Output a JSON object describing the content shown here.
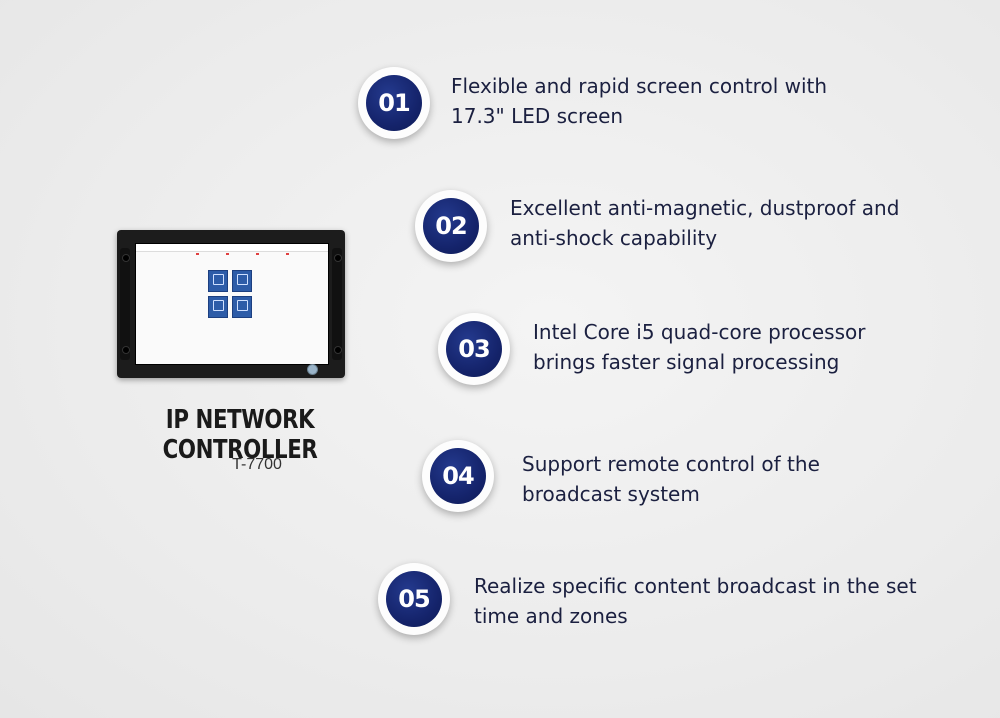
{
  "product": {
    "title": "IP NETWORK CONTROLLER",
    "model": "T-7700"
  },
  "features": [
    {
      "number": "01",
      "text_line1": "Flexible and rapid screen control with",
      "text_line2": "17.3\" LED screen"
    },
    {
      "number": "02",
      "text_line1": "Excellent anti-magnetic, dustproof and",
      "text_line2": "anti-shock capability"
    },
    {
      "number": "03",
      "text_line1": "Intel Core i5 quad-core processor",
      "text_line2": "brings faster signal processing"
    },
    {
      "number": "04",
      "text_line1": "Support remote control of the",
      "text_line2": "broadcast system"
    },
    {
      "number": "05",
      "text_line1": "Realize specific content broadcast in the set",
      "text_line2": "time and zones"
    }
  ],
  "colors": {
    "badge_blue": "#15246c",
    "text": "#1b2040",
    "background": "#eeeeee"
  }
}
